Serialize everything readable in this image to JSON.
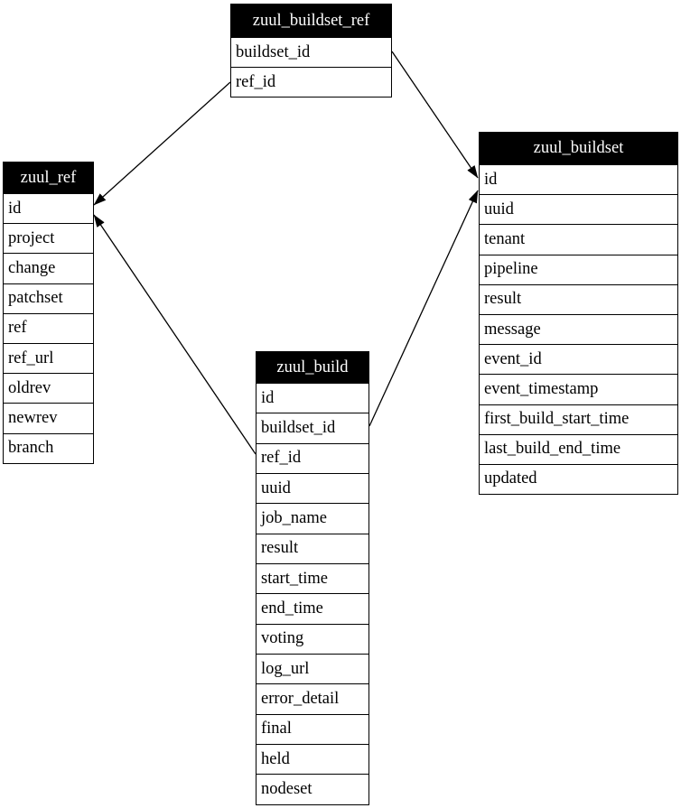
{
  "diagram": {
    "type": "database-schema",
    "colors": {
      "header_bg": "#000000",
      "header_text": "#ffffff",
      "row_bg": "#ffffff",
      "row_text": "#000000",
      "border": "#000000",
      "edge": "#000000",
      "background": "#ffffff"
    },
    "tables": {
      "zuul_buildset_ref": {
        "title": "zuul_buildset_ref",
        "rows": [
          "buildset_id",
          "ref_id"
        ]
      },
      "zuul_ref": {
        "title": "zuul_ref",
        "rows": [
          "id",
          "project",
          "change",
          "patchset",
          "ref",
          "ref_url",
          "oldrev",
          "newrev",
          "branch"
        ]
      },
      "zuul_buildset": {
        "title": "zuul_buildset",
        "rows": [
          "id",
          "uuid",
          "tenant",
          "pipeline",
          "result",
          "message",
          "event_id",
          "event_timestamp",
          "first_build_start_time",
          "last_build_end_time",
          "updated"
        ]
      },
      "zuul_build": {
        "title": "zuul_build",
        "rows": [
          "id",
          "buildset_id",
          "ref_id",
          "uuid",
          "job_name",
          "result",
          "start_time",
          "end_time",
          "voting",
          "log_url",
          "error_detail",
          "final",
          "held",
          "nodeset"
        ]
      }
    },
    "edges": [
      {
        "from": "zuul_buildset_ref.ref_id",
        "to": "zuul_ref.id"
      },
      {
        "from": "zuul_buildset_ref.buildset_id",
        "to": "zuul_buildset.id"
      },
      {
        "from": "zuul_build.ref_id",
        "to": "zuul_ref.id"
      },
      {
        "from": "zuul_build.buildset_id",
        "to": "zuul_buildset.id"
      }
    ]
  }
}
